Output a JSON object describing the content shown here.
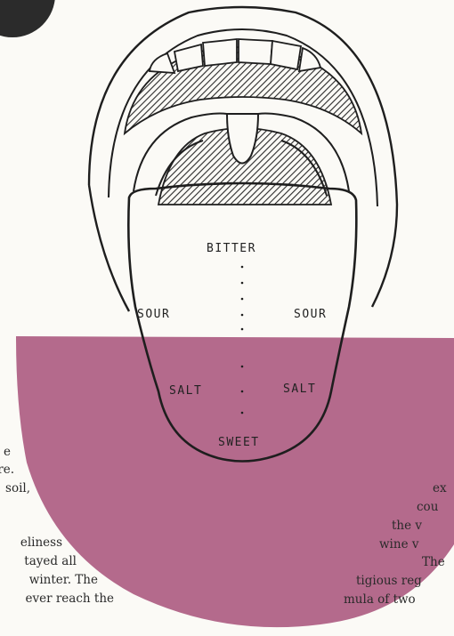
{
  "diagram": {
    "labels": {
      "bitter": "BITTER",
      "sour_left": "SOUR",
      "sour_right": "SOUR",
      "salt_left": "SALT",
      "salt_right": "SALT",
      "sweet": "SWEET"
    },
    "colors": {
      "wash": "#b46a8c",
      "ink": "#1e1e1e",
      "shade": "#3a3a3a",
      "paper": "#fbfaf6",
      "corner_disc": "#2b2b2b"
    }
  },
  "page_text": {
    "left": [
      "e",
      "re.",
      "soil,",
      "eliness",
      "tayed all",
      "winter. The",
      "ever reach the"
    ],
    "right": [
      "ex",
      "cou",
      "the v",
      "wine v",
      "The",
      "tigious reg",
      "mula of two"
    ]
  }
}
